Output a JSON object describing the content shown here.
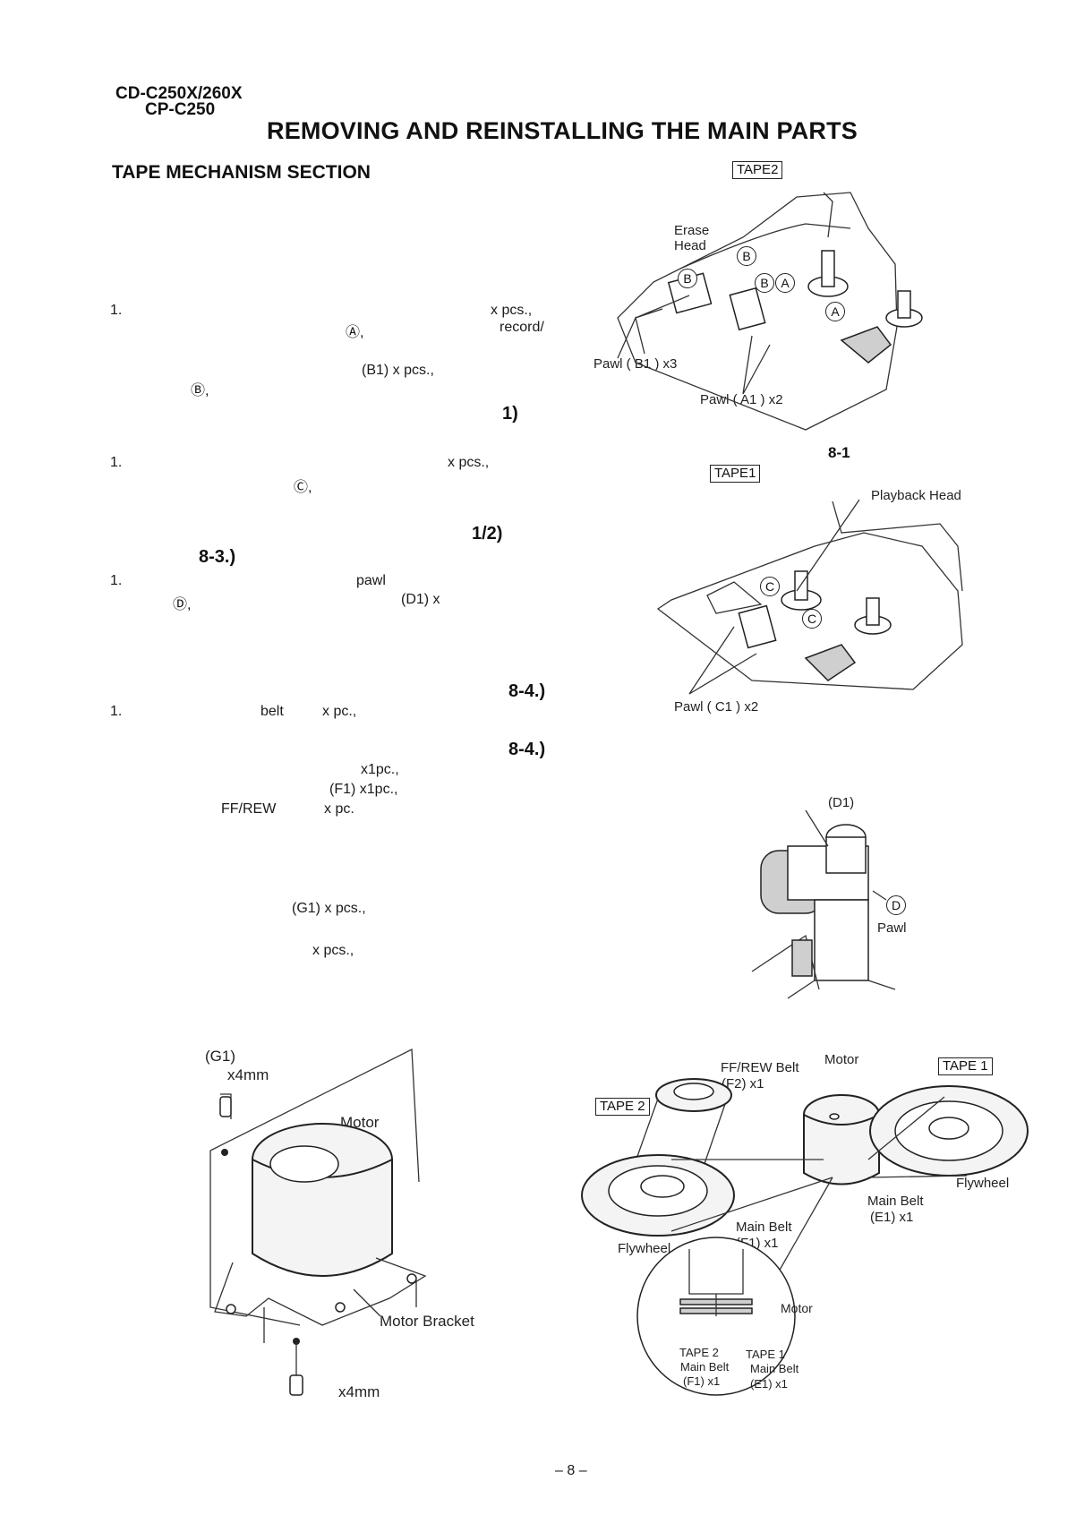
{
  "header": {
    "model_line1": "CD-C250X/260X",
    "model_line2": "CP-C250",
    "title": "REMOVING AND REINSTALLING THE MAIN PARTS",
    "section": "TAPE MECHANISM SECTION"
  },
  "left_text": {
    "l1_num": "1.",
    "l1_qty": "x  pcs.,",
    "l1_circle_a": "Ⓐ,",
    "l1_record": "record/",
    "l1_b1": "(B1) x   pcs.,",
    "l1_circle_b": "Ⓑ,",
    "step1_ref": "1)",
    "l2_num": "1.",
    "l2_qty": "x   pcs.,",
    "l2_circle_c": "Ⓒ,",
    "step2_ref": "1/2)",
    "step3_ref": "8-3.)",
    "l3_num": "1.",
    "l3_pawl": "pawl",
    "l3_circle_d": "Ⓓ,",
    "l3_d1": "(D1) x",
    "step4_ref": "8-4.)",
    "l4_num": "1.",
    "l4_belt": "belt",
    "l4_qty": "x   pc.,",
    "step5_ref": "8-4.)",
    "l5_x1": "x1pc.,",
    "l5_f1": "(F1) x1pc.,",
    "l5_ffrew": "FF/REW",
    "l5_qty": "x   pc.",
    "l6_g1": "(G1) x   pcs.,",
    "l7_qty": "x   pcs.,"
  },
  "fig_tape2": {
    "box_label": "TAPE2",
    "erase_head": "Erase\nHead",
    "circle_b1": "B",
    "circle_b2": "B",
    "circle_b3": "B",
    "circle_a1": "A",
    "circle_a2": "A",
    "pawl_b1": "Pawl ( B1 ) x3",
    "pawl_a1": "Pawl ( A1 ) x2",
    "fig_number": "8-1"
  },
  "fig_tape1": {
    "box_label": "TAPE1",
    "playback_head": "Playback Head",
    "circle_c1": "C",
    "circle_c2": "C",
    "pawl_c1": "Pawl ( C1 ) x2"
  },
  "fig_d1": {
    "d1_label": "(D1)",
    "circle_d": "D",
    "pawl": "Pawl"
  },
  "fig_motor": {
    "g1": "(G1)",
    "x4mm_top": "x4mm",
    "motor": "Motor",
    "motor_bracket": "Motor Bracket",
    "x4mm_bottom": "x4mm"
  },
  "fig_belts": {
    "ffrew_belt": "FF/REW Belt",
    "f2_x1": "(F2) x1",
    "motor": "Motor",
    "tape1_box": "TAPE 1",
    "tape2_box": "TAPE 2",
    "flywheel_right": "Flywheel",
    "main_belt_e1": "Main Belt",
    "e1_x1": "(E1) x1",
    "main_belt_f1": "Main Belt",
    "f1_x1": "(F1) x1",
    "flywheel_left": "Flywheel",
    "inset_motor": "Motor",
    "inset_tape2": "TAPE 2",
    "inset_tape1": "TAPE 1",
    "inset_main_belt_l": "Main Belt",
    "inset_main_belt_r": "Main Belt",
    "inset_f1": "(F1) x1",
    "inset_e1": "(E1) x1"
  },
  "footer": {
    "page_number": "– 8 –"
  }
}
